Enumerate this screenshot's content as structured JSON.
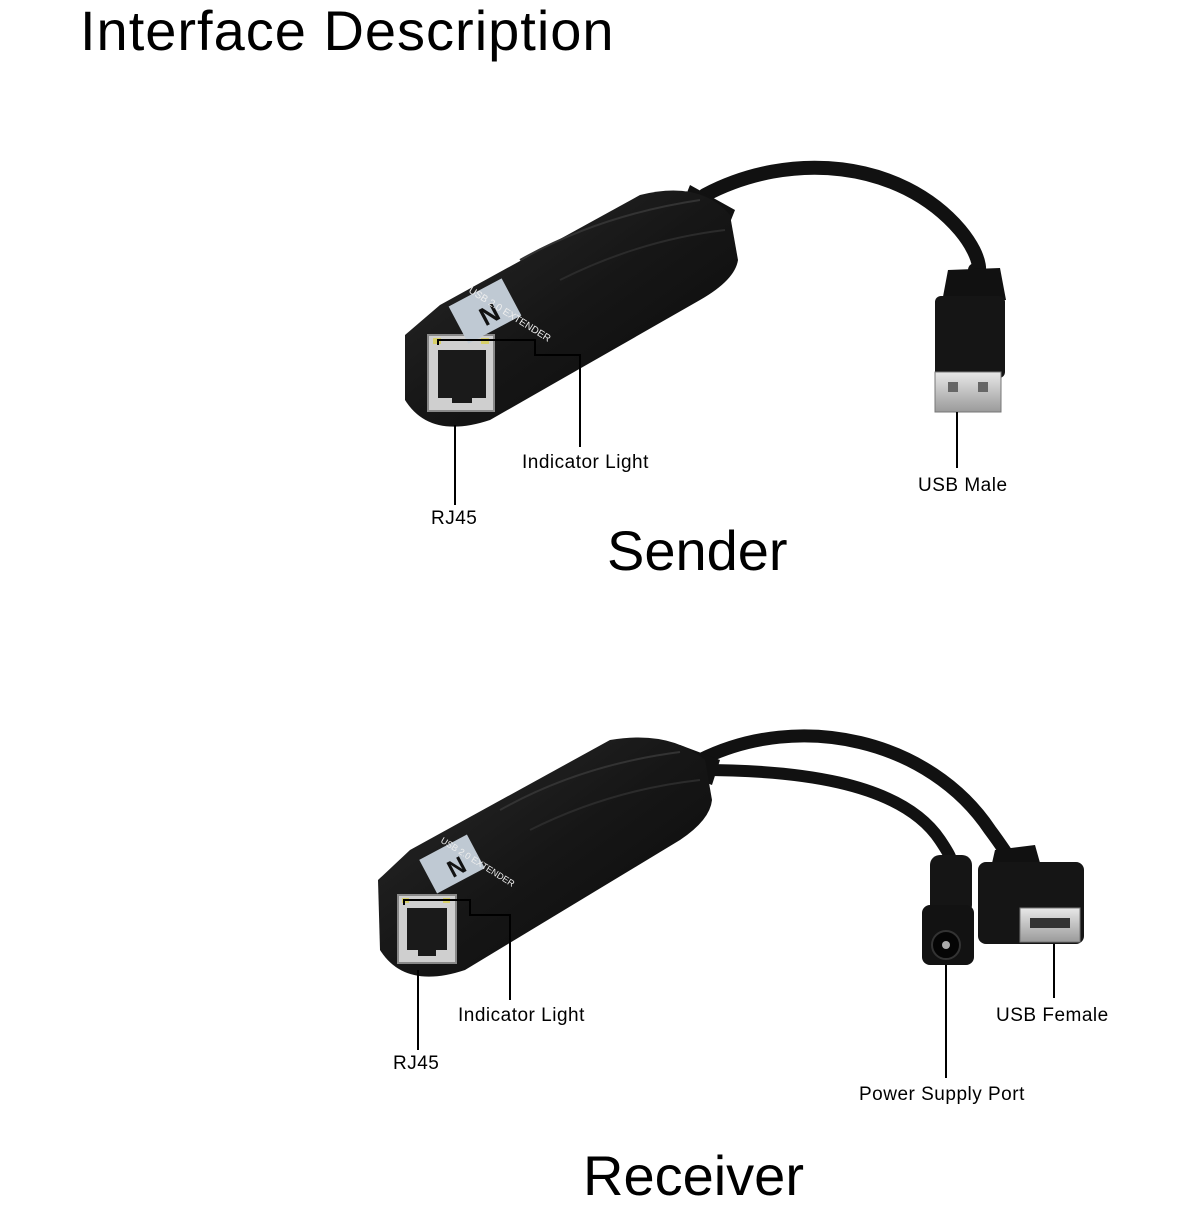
{
  "page": {
    "title": "Interface Description"
  },
  "sender": {
    "title": "Sender",
    "labels": {
      "rj45": "RJ45",
      "indicator": "Indicator Light",
      "usb_male": "USB Male"
    },
    "device_print": {
      "text": "USB 2.0 EXTENDER",
      "logo": "N"
    }
  },
  "receiver": {
    "title": "Receiver",
    "labels": {
      "rj45": "RJ45",
      "indicator": "Indicator Light",
      "usb_female": "USB Female",
      "power": "Power Supply Port"
    },
    "device_print": {
      "text": "USB 2.0 EXTENDER",
      "logo": "N"
    }
  },
  "colors": {
    "device": "#141414",
    "cable": "#111111",
    "port_metal": "#c9c9c9",
    "leader_line": "#000000"
  }
}
